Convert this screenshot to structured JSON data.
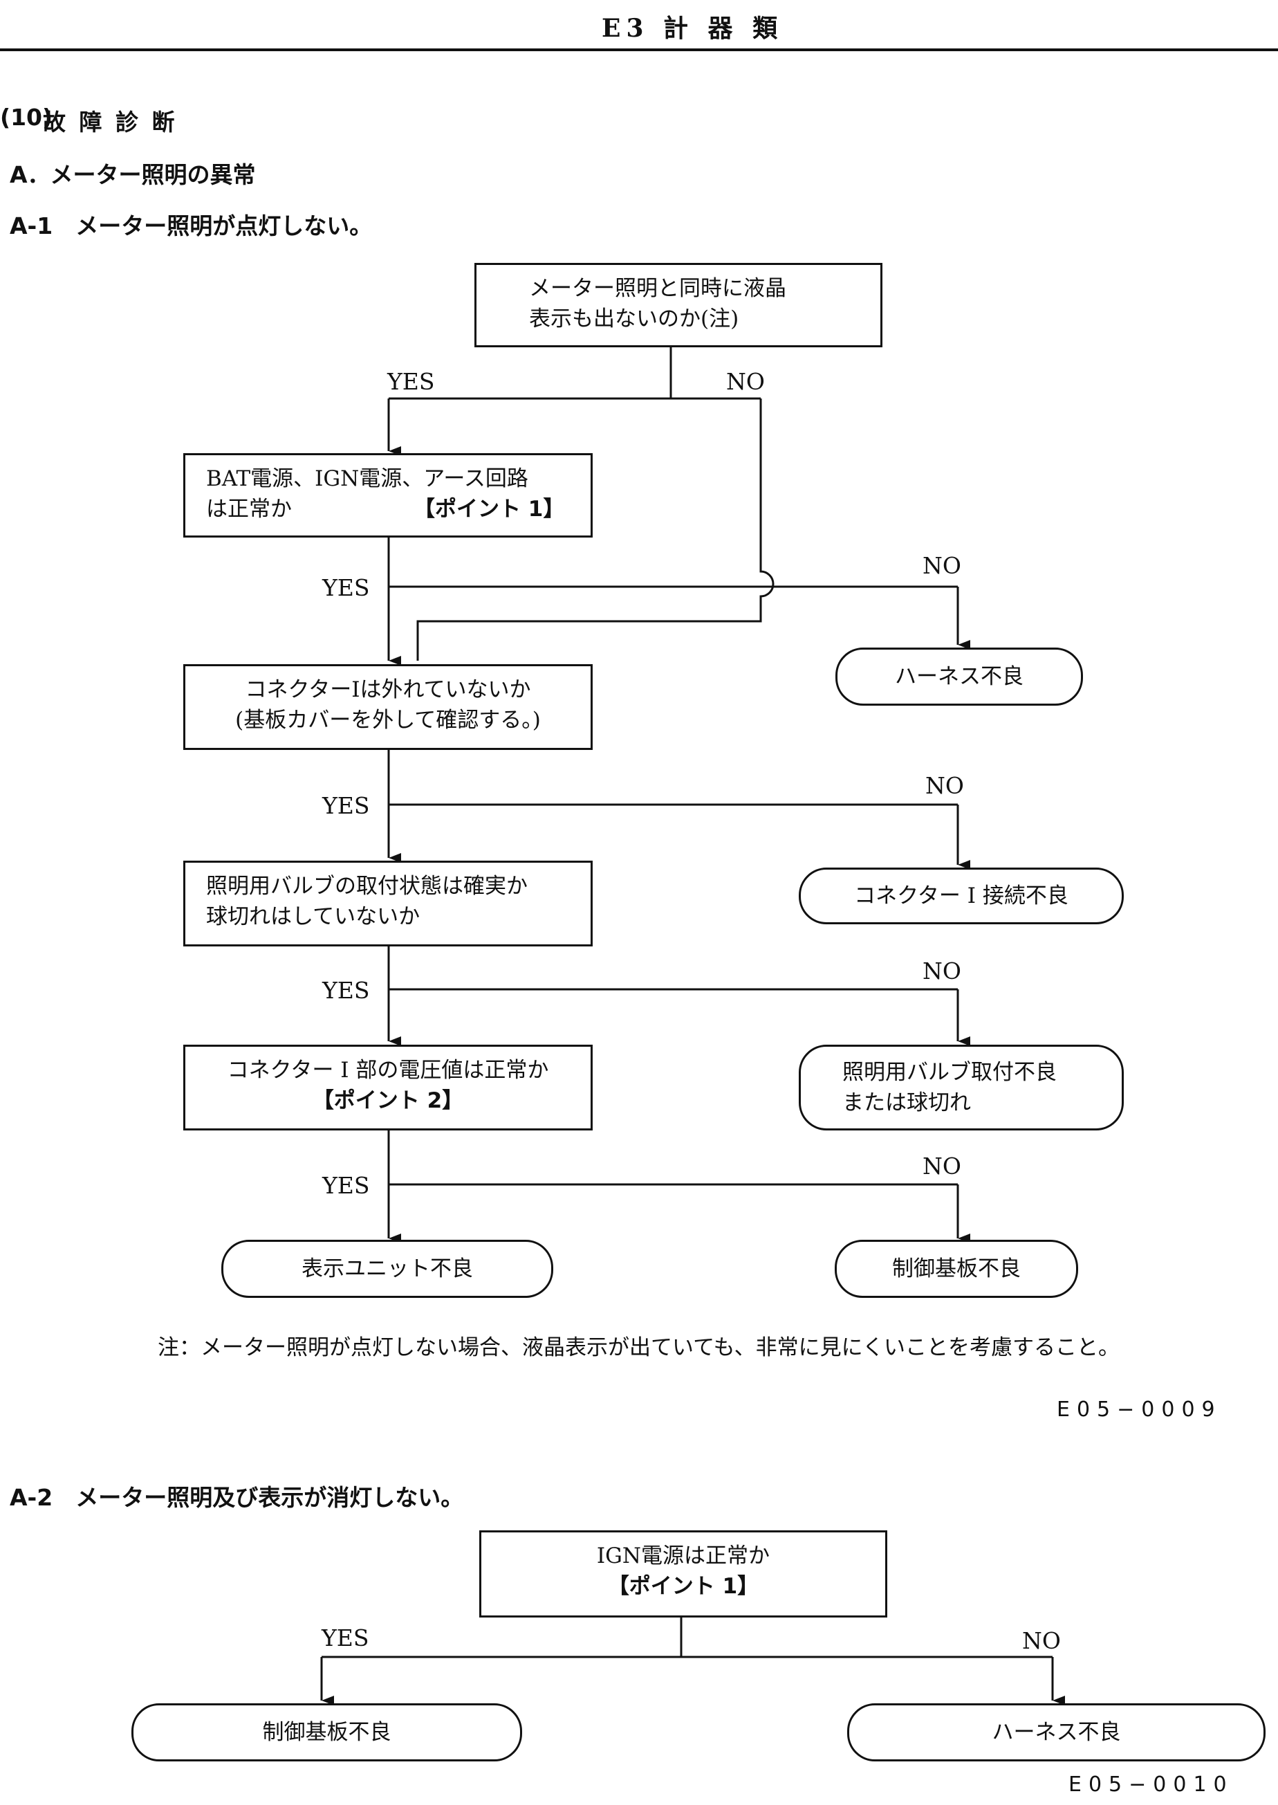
{
  "header": {
    "title": "E3 計 器 類"
  },
  "section": {
    "number": "(10)",
    "title": "故 障 診 断",
    "subsection": "A．メーター照明の異常"
  },
  "flow1": {
    "title": "A-1　メーター照明が点灯しない。",
    "q1": {
      "line1": "メーター照明と同時に液晶",
      "line2": "表示も出ないのか(注)"
    },
    "q2": {
      "line1": "BAT電源、IGN電源、アース回路",
      "line2": "は正常か",
      "point": "【ポイント 1】"
    },
    "q3": {
      "line1": "コネクターIは外れていないか",
      "line2": "(基板カバーを外して確認する。)"
    },
    "q4": {
      "line1": "照明用バルブの取付状態は確実か",
      "line2": "球切れはしていないか"
    },
    "q5": {
      "line1": "コネクター I 部の電圧値は正常か",
      "point": "【ポイント 2】"
    },
    "r_harness": "ハーネス不良",
    "r_connector": "コネクター I 接続不良",
    "r_bulb": {
      "line1": "照明用バルブ取付不良",
      "line2": "または球切れ"
    },
    "r_display": "表示ユニット不良",
    "r_control": "制御基板不良",
    "labels": {
      "yes": "YES",
      "no": "NO"
    },
    "note": "注：メーター照明が点灯しない場合、液晶表示が出ていても、非常に見にくいことを考慮すること。",
    "code": "E05−0009"
  },
  "flow2": {
    "title": "A-2　メーター照明及び表示が消灯しない。",
    "q1": {
      "line1": "IGN電源は正常か",
      "point": "【ポイント 1】"
    },
    "r_control": "制御基板不良",
    "r_harness": "ハーネス不良",
    "labels": {
      "yes": "YES",
      "no": "NO"
    },
    "code": "E05−0010"
  }
}
